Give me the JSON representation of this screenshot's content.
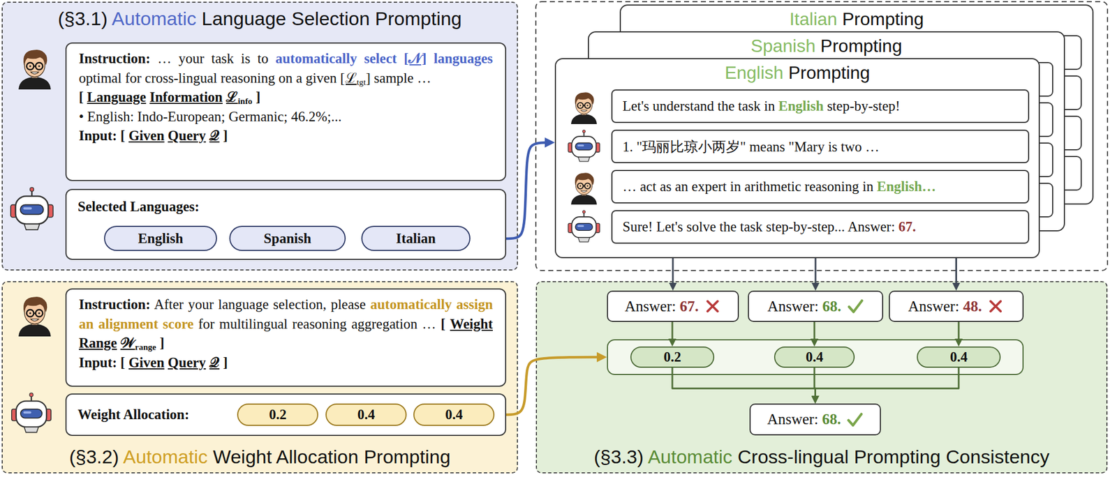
{
  "diagram": {
    "nodes": [
      {
        "text": [
          "(§3.1) Automatic Language Selection Prompting"
        ]
      },
      {
        "text": [
          "Instruction: … your task is to automatically select [𝒩] languages optimal for cross-lingual reasoning on a given [ℒtgt] sample …",
          "[ Language Information ℒinfo ]",
          "• English: Indo-European; Germanic; 46.2%;...",
          "Input: [ Given Query 𝒬 ]"
        ],
        "in": 0
      },
      {
        "text": [
          "Selected Languages:"
        ],
        "in": 0
      },
      {
        "text": [
          "English"
        ],
        "in": 2
      },
      {
        "text": [
          "Spanish"
        ],
        "in": 2
      },
      {
        "text": [
          "Italian"
        ],
        "in": 2
      },
      {
        "text": [
          "Italian Prompting"
        ]
      },
      {
        "text": [
          "Spanish Prompting"
        ]
      },
      {
        "text": [
          "English Prompting"
        ]
      },
      {
        "text": [
          "Let's understand the task in English step-by-step!"
        ],
        "in": 8
      },
      {
        "text": [
          "1. \"玛丽比琼小两岁\" means \"Mary is two …"
        ],
        "in": 8
      },
      {
        "text": [
          "… act as an expert in arithmetic reasoning in English…"
        ],
        "in": 8
      },
      {
        "text": [
          "Sure! Let's solve the task step-by-step... Answer: 67."
        ],
        "in": 8
      },
      {
        "text": [
          "(§3.2) Automatic Weight Allocation Prompting"
        ]
      },
      {
        "text": [
          "Instruction: After your language selection, please automatically assign an alignment score for multilingual reasoning aggregation … [ Weight Range 𝒲range ]",
          "Input: [ Given Query 𝒬 ]"
        ],
        "in": 13
      },
      {
        "text": [
          "Weight Allocation:"
        ],
        "in": 13
      },
      {
        "text": [
          "0.2"
        ],
        "in": 15
      },
      {
        "text": [
          "0.4"
        ],
        "in": 15
      },
      {
        "text": [
          "0.4"
        ],
        "in": 15
      },
      {
        "text": [
          "(§3.3) Automatic Cross-lingual Prompting Consistency"
        ]
      },
      {
        "text": [
          "Answer: 67."
        ],
        "in": 19
      },
      {
        "text": [
          "Answer: 68."
        ],
        "in": 19
      },
      {
        "text": [
          "Answer: 48."
        ],
        "in": 19
      },
      {
        "text": [],
        "in": 19
      },
      {
        "text": [
          "0.2"
        ],
        "in": 23
      },
      {
        "text": [
          "0.4"
        ],
        "in": 23
      },
      {
        "text": [
          "0.4"
        ],
        "in": 23
      },
      {
        "text": [
          "Answer: 68."
        ],
        "in": 19
      }
    ],
    "edges": [
      {
        "from": 2,
        "to": 8,
        "arrow": "to"
      },
      {
        "from": 15,
        "to": 23,
        "arrow": "to"
      },
      {
        "from": 8,
        "to": 20,
        "arrow": "to"
      },
      {
        "from": 8,
        "to": 21,
        "arrow": "to"
      },
      {
        "from": 8,
        "to": 22,
        "arrow": "to"
      },
      {
        "from": 20,
        "to": 24,
        "arrow": "to"
      },
      {
        "from": 21,
        "to": 25,
        "arrow": "to"
      },
      {
        "from": 22,
        "to": 26,
        "arrow": "to"
      },
      {
        "from": 24,
        "to": 27,
        "arrow": "to"
      },
      {
        "from": 25,
        "to": 27,
        "arrow": "to"
      },
      {
        "from": 26,
        "to": 27,
        "arrow": "to"
      }
    ]
  }
}
